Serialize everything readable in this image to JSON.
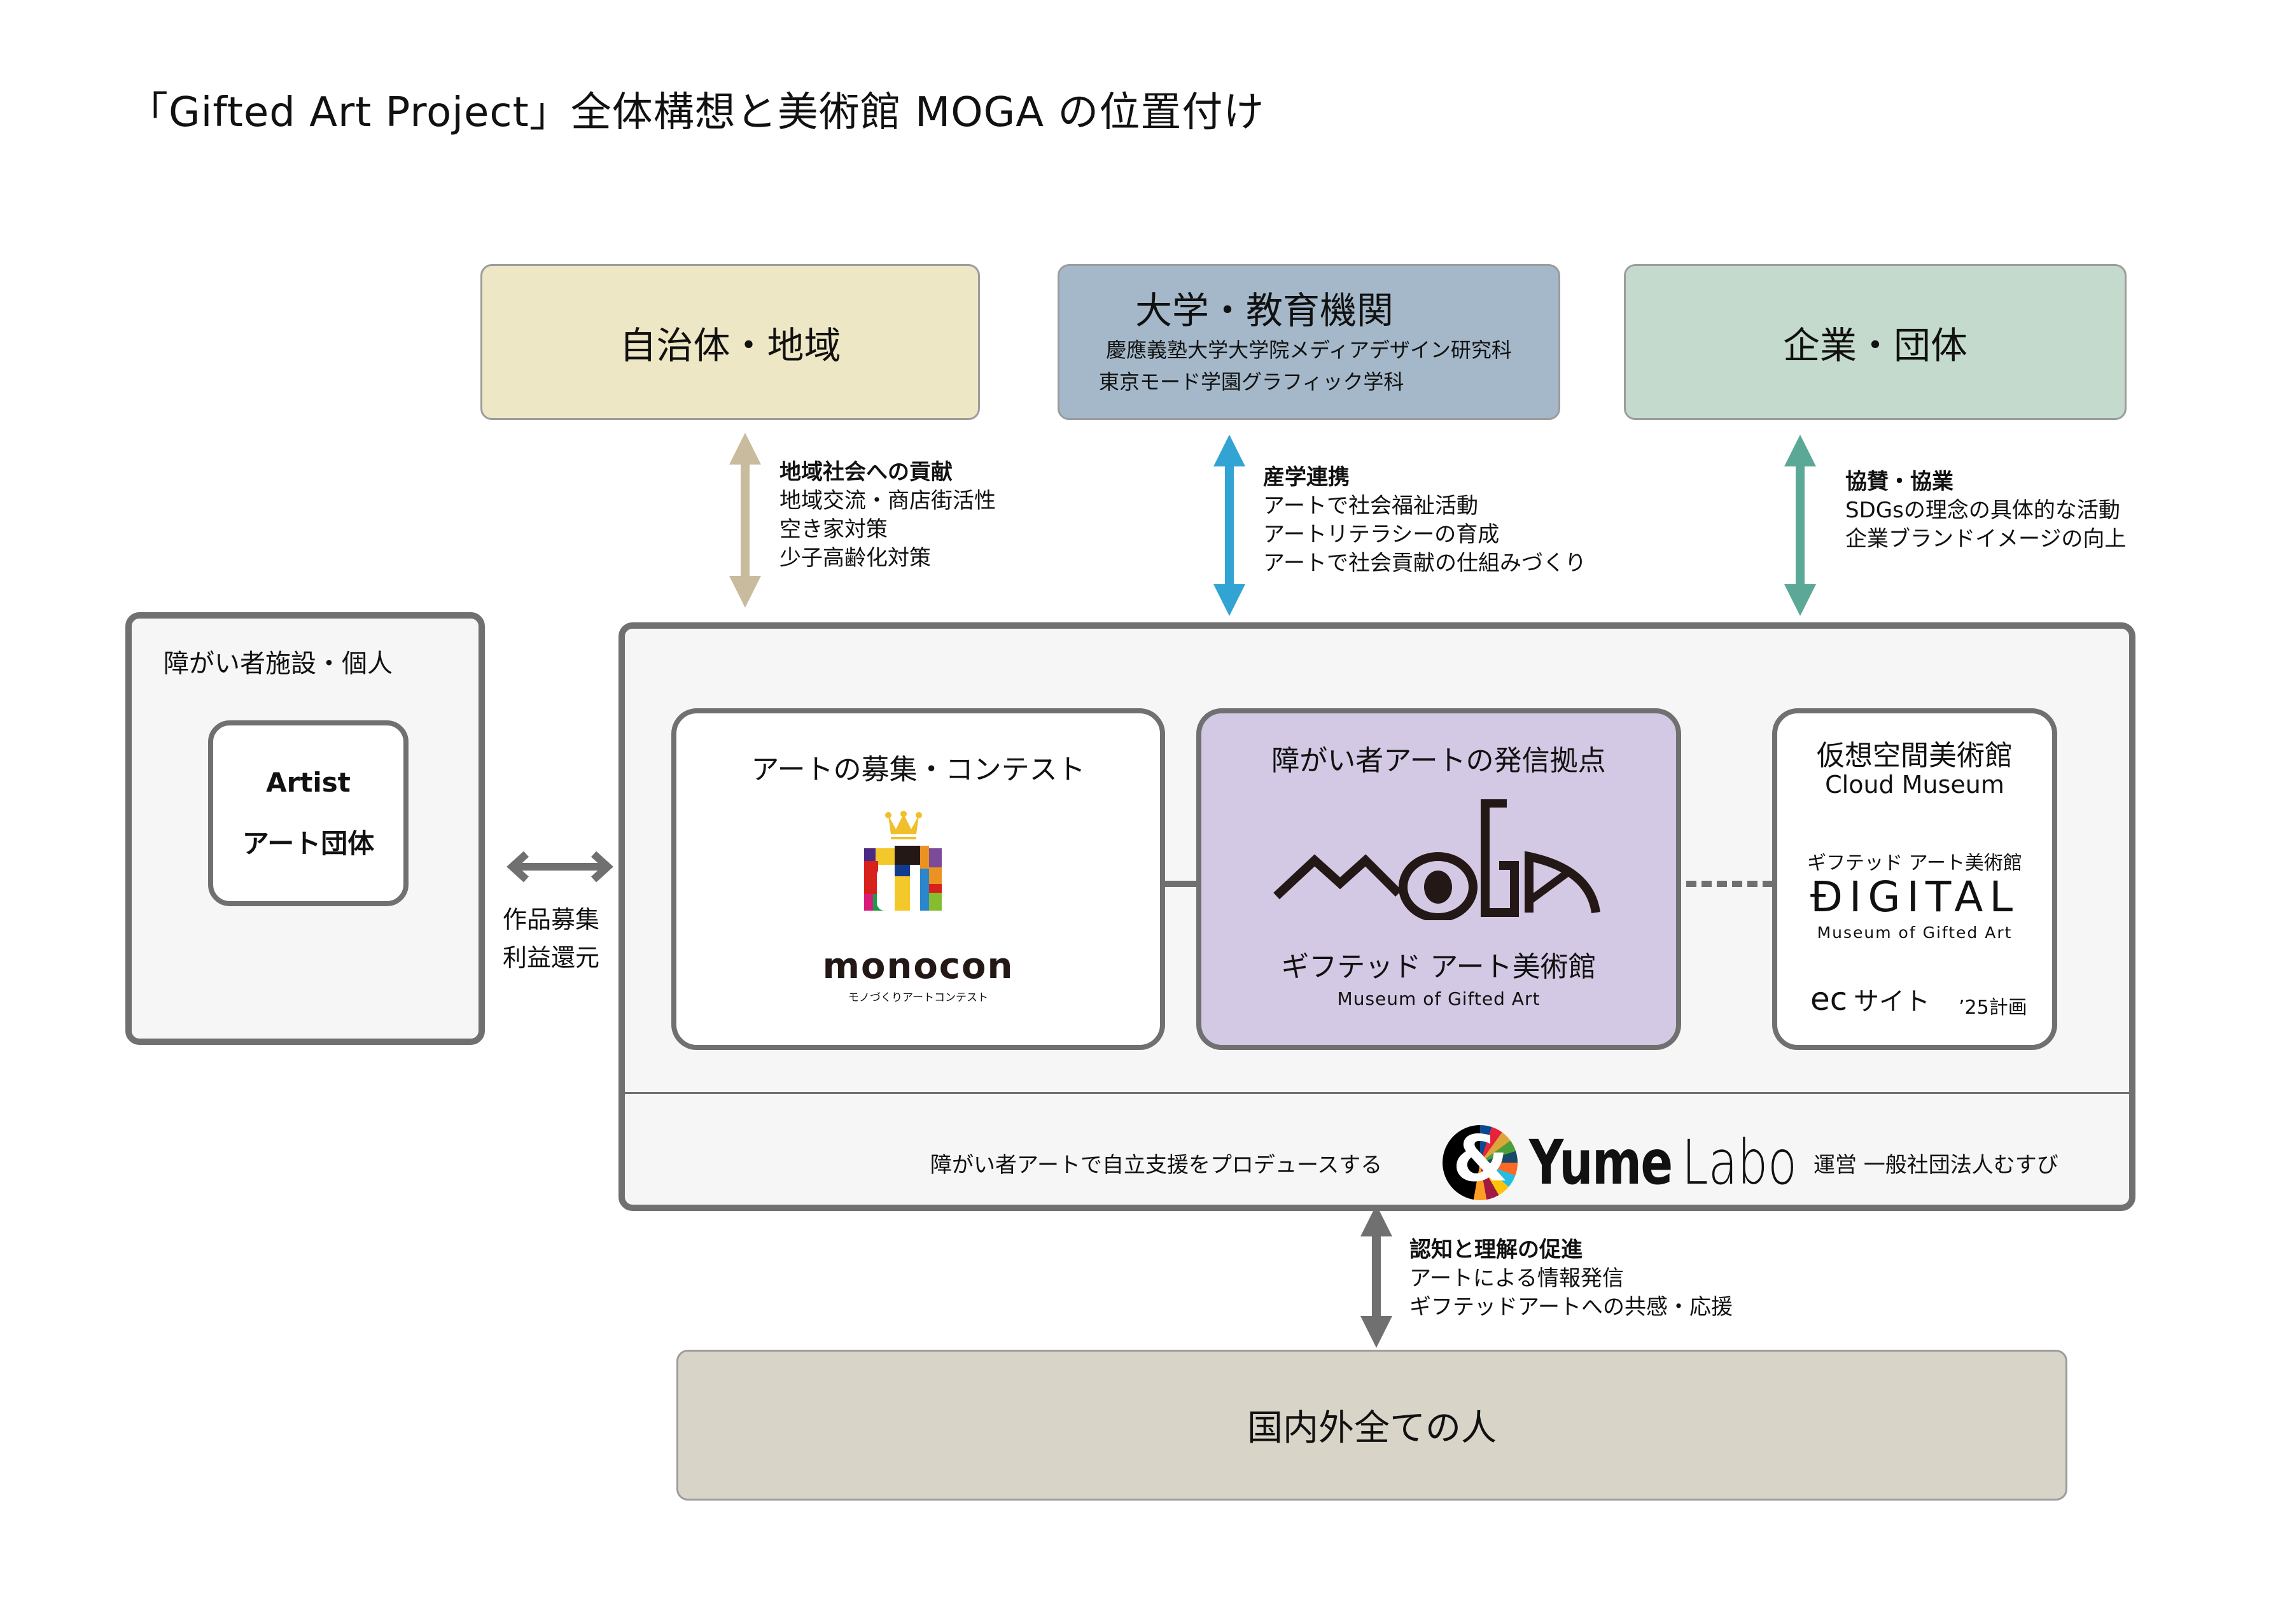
{
  "title": "「Gifted Art Project」全体構想と美術館 MOGA の位置付け",
  "stakeholders": [
    {
      "label": "自治体・地域",
      "color": "#ede7c5",
      "relation_head": "地域社会への貢献",
      "relation_lines": [
        "地域交流・商店街活性",
        "空き家対策",
        "少子高齢化対策"
      ],
      "arrow_color": "#c9bb9d"
    },
    {
      "label": "大学・教育機関",
      "color": "#a4b8c9",
      "sub_lines": [
        "慶應義塾大学大学院メディアデザイン研究科",
        "東京モード学園グラフィック学科"
      ],
      "relation_head": "産学連携",
      "relation_lines": [
        "アートで社会福祉活動",
        "アートリテラシーの育成",
        "アートで社会貢献の仕組みづくり"
      ],
      "arrow_color": "#32a4d4"
    },
    {
      "label": "企業・団体",
      "color": "#c4dacc",
      "relation_head": "協賛・協業",
      "relation_lines": [
        "SDGsの理念の具体的な活動",
        "企業ブランドイメージの向上"
      ],
      "arrow_color": "#5ba897"
    }
  ],
  "left": {
    "label": "障がい者施設・個人",
    "inner_line1": "Artist",
    "inner_line2": "アート団体",
    "exchange_lines": [
      "作品募集",
      "利益還元"
    ]
  },
  "main": {
    "cards": {
      "monocon": {
        "title": "アートの募集・コンテスト",
        "logo_word": "monocon",
        "logo_sub": "モノづくりアートコンテスト"
      },
      "moga": {
        "title": "障がい者アートの発信拠点",
        "logo_word": "MOGA",
        "logo_jp": "ギフテッド アート美術館",
        "logo_en": "Museum of Gifted Art"
      },
      "digital": {
        "title": "仮想空間美術館",
        "subtitle": "Cloud Museum",
        "logo_jp": "ギフテッド アート美術館",
        "logo_word": "ĐIGITAL",
        "logo_en": "Museum of Gifted Art",
        "ec_label": "ec",
        "ec_site": "サイト",
        "plan": "’25計画"
      }
    },
    "footer": {
      "tagline": "障がい者アートで自立支援をプロデュースする",
      "brand_amp": "&",
      "brand_a": "Yume",
      "brand_b": "Labo",
      "operator": "運営  一般社団法人むすび"
    }
  },
  "bottom": {
    "label": "国内外全ての人",
    "relation_head": "認知と理解の促進",
    "relation_lines": [
      "アートによる情報発信",
      "ギフテッドアートへの共感・応援"
    ]
  },
  "colors": {
    "frame": "#707070",
    "moga_card": "#d3c9e4",
    "bottom_box": "#d8d5c8",
    "crown": "#f0bf2a"
  }
}
